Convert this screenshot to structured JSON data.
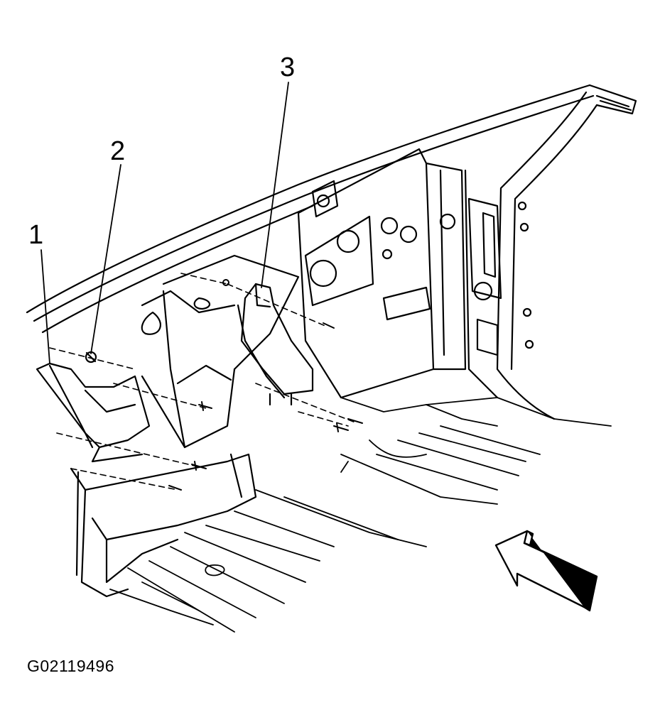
{
  "callouts": [
    {
      "label": "1"
    },
    {
      "label": "2"
    },
    {
      "label": "3"
    }
  ],
  "figure_id": "G02119496",
  "icons": {
    "view_direction": "view-direction-arrow-icon"
  },
  "colors": {
    "ink": "#000000",
    "background": "#ffffff"
  }
}
